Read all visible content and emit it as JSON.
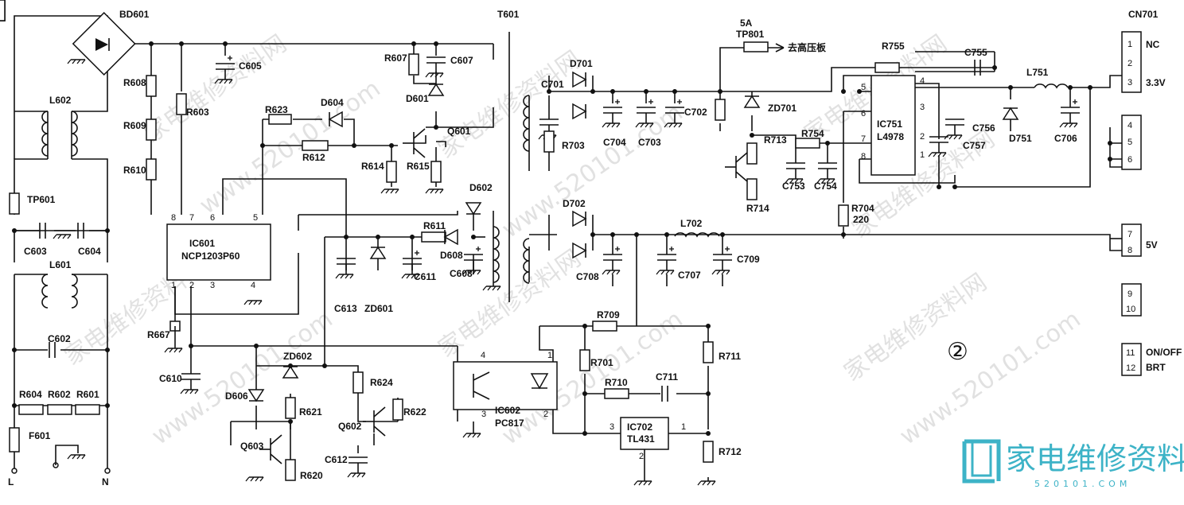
{
  "labels": {
    "BD601": "BD601",
    "T601": "T601",
    "CN701": "CN701",
    "L602": "L602",
    "L601": "L601",
    "TP601": "TP601",
    "C603": "C603",
    "C604": "C604",
    "C602": "C602",
    "R604": "R604",
    "R602": "R602",
    "R601": "R601",
    "F601": "F601",
    "L": "L",
    "N": "N",
    "C605": "C605",
    "R608": "R608",
    "R609": "R609",
    "R610": "R610",
    "R603": "R603",
    "R623": "R623",
    "D604": "D604",
    "R612": "R612",
    "R607": "R607",
    "C607": "C607",
    "D601": "D601",
    "Q601": "Q601",
    "R614": "R614",
    "R615": "R615",
    "D602": "D602",
    "R611": "R611",
    "D608": "D608",
    "C608": "C608",
    "C613": "C613",
    "ZD601": "ZD601",
    "C611": "C611",
    "R667": "R667",
    "C610": "C610",
    "D606": "D606",
    "ZD602": "ZD602",
    "R621": "R621",
    "Q603": "Q603",
    "R620": "R620",
    "R624": "R624",
    "Q602": "Q602",
    "R622": "R622",
    "C612": "C612",
    "D701": "D701",
    "C701": "C701",
    "R703": "R703",
    "C704": "C704",
    "C703": "C703",
    "C702": "C702",
    "D702": "D702",
    "C708": "C708",
    "L702": "L702",
    "C707": "C707",
    "C709": "C709",
    "R709": "R709",
    "R701": "R701",
    "R710": "R710",
    "C711": "C711",
    "R711": "R711",
    "R712": "R712",
    "TP801": "TP801",
    "5A": "5A",
    "R713": "R713",
    "R754": "R754",
    "ZD701": "ZD701",
    "C753": "C753",
    "C754": "C754",
    "R714": "R714",
    "R704": "R704",
    "220": "220",
    "R755": "R755",
    "C755": "C755",
    "C756": "C756",
    "C757": "C757",
    "L751": "L751",
    "D751": "D751",
    "C706": "C706"
  },
  "ic601": {
    "line1": "IC601",
    "line2": "NCP1203P60",
    "pin8": "8",
    "pin7": "7",
    "pin6": "6",
    "pin5": "5",
    "pin1": "1",
    "pin2": "2",
    "pin3": "3",
    "pin4": "4"
  },
  "ic602": {
    "line1": "IC602",
    "line2": "PC817",
    "pin1": "1",
    "pin2": "2",
    "pin3": "3",
    "pin4": "4"
  },
  "ic702": {
    "line1": "IC702",
    "line2": "TL431",
    "pin1": "1",
    "pin2": "2",
    "pin3": "3"
  },
  "ic751": {
    "line1": "IC751",
    "line2": "L4978",
    "pin1": "1",
    "pin2": "2",
    "pin3": "3",
    "pin4": "4",
    "pin5": "5",
    "pin6": "6",
    "pin7": "7",
    "pin8": "8"
  },
  "to_hv_board": "去高压板",
  "connector": {
    "pins": [
      "1",
      "2",
      "3",
      "4",
      "5",
      "6",
      "7",
      "8",
      "9",
      "10",
      "11",
      "12"
    ],
    "nc": "NC",
    "v33": "3.3V",
    "v5": "5V",
    "onoff": "ON/OFF",
    "brt": "BRT"
  },
  "circle_number": "②",
  "watermark": {
    "cn": "家电维修资料网",
    "url": "www.520101.com"
  },
  "brand": {
    "name": "家电维修资料网",
    "url": "520101.COM"
  },
  "colors": {
    "ink": "#111111",
    "brand": "#3db3c7",
    "watermark": "#c9c9c9"
  }
}
